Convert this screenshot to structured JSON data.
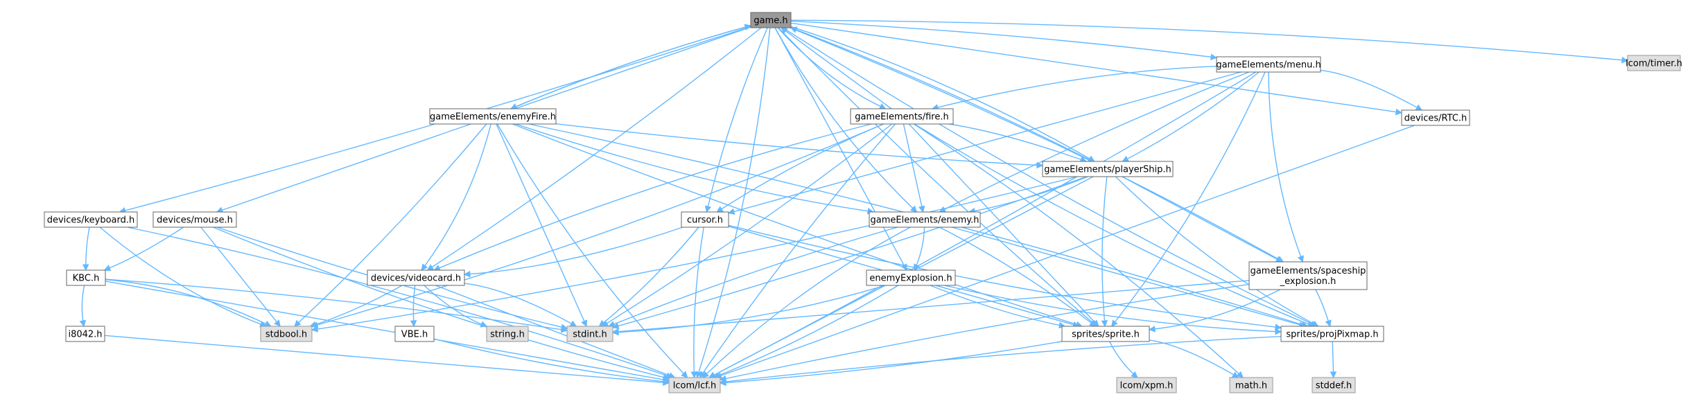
{
  "diagram": {
    "title": "",
    "nodes": [
      {
        "id": "game",
        "label": "game.h",
        "kind": "root"
      },
      {
        "id": "timer",
        "label": "lcom/timer.h",
        "kind": "sys"
      },
      {
        "id": "menu",
        "label": "gameElements/menu.h",
        "kind": "normal"
      },
      {
        "id": "rtc",
        "label": "devices/RTC.h",
        "kind": "normal"
      },
      {
        "id": "enemyFire",
        "label": "gameElements/enemyFire.h",
        "kind": "normal"
      },
      {
        "id": "fire",
        "label": "gameElements/fire.h",
        "kind": "normal"
      },
      {
        "id": "playerShip",
        "label": "gameElements/playerShip.h",
        "kind": "normal"
      },
      {
        "id": "keyboard",
        "label": "devices/keyboard.h",
        "kind": "normal"
      },
      {
        "id": "mouse",
        "label": "devices/mouse.h",
        "kind": "normal"
      },
      {
        "id": "cursor",
        "label": "cursor.h",
        "kind": "normal"
      },
      {
        "id": "enemy",
        "label": "gameElements/enemy.h",
        "kind": "normal"
      },
      {
        "id": "spaceship",
        "label": "gameElements/spaceship\n_explosion.h",
        "kind": "normal"
      },
      {
        "id": "kbc",
        "label": "KBC.h",
        "kind": "normal"
      },
      {
        "id": "videocard",
        "label": "devices/videocard.h",
        "kind": "normal"
      },
      {
        "id": "enemyExplosion",
        "label": "enemyExplosion.h",
        "kind": "normal"
      },
      {
        "id": "i8042",
        "label": "i8042.h",
        "kind": "normal"
      },
      {
        "id": "stdbool",
        "label": "stdbool.h",
        "kind": "sys"
      },
      {
        "id": "vbe",
        "label": "VBE.h",
        "kind": "normal"
      },
      {
        "id": "string",
        "label": "string.h",
        "kind": "sys"
      },
      {
        "id": "stdint",
        "label": "stdint.h",
        "kind": "sys"
      },
      {
        "id": "sprite",
        "label": "sprites/sprite.h",
        "kind": "normal"
      },
      {
        "id": "projPixmap",
        "label": "sprites/projPixmap.h",
        "kind": "normal"
      },
      {
        "id": "lcf",
        "label": "lcom/lcf.h",
        "kind": "sys"
      },
      {
        "id": "xpm",
        "label": "lcom/xpm.h",
        "kind": "sys"
      },
      {
        "id": "math",
        "label": "math.h",
        "kind": "sys"
      },
      {
        "id": "stddef",
        "label": "stddef.h",
        "kind": "sys"
      }
    ],
    "edges": [
      [
        "game",
        "timer"
      ],
      [
        "game",
        "menu"
      ],
      [
        "game",
        "rtc"
      ],
      [
        "game",
        "enemyFire"
      ],
      [
        "game",
        "fire"
      ],
      [
        "game",
        "playerShip"
      ],
      [
        "game",
        "keyboard"
      ],
      [
        "game",
        "mouse"
      ],
      [
        "game",
        "cursor"
      ],
      [
        "game",
        "enemy"
      ],
      [
        "game",
        "spaceship"
      ],
      [
        "game",
        "videocard"
      ],
      [
        "game",
        "enemyExplosion"
      ],
      [
        "game",
        "sprite"
      ],
      [
        "game",
        "projPixmap"
      ],
      [
        "game",
        "lcf"
      ],
      [
        "enemyFire",
        "game"
      ],
      [
        "fire",
        "game"
      ],
      [
        "playerShip",
        "game"
      ],
      [
        "menu",
        "fire"
      ],
      [
        "menu",
        "rtc"
      ],
      [
        "menu",
        "playerShip"
      ],
      [
        "menu",
        "cursor"
      ],
      [
        "menu",
        "enemy"
      ],
      [
        "menu",
        "spaceship"
      ],
      [
        "menu",
        "sprite"
      ],
      [
        "menu",
        "lcf"
      ],
      [
        "rtc",
        "lcf"
      ],
      [
        "enemyFire",
        "playerShip"
      ],
      [
        "enemyFire",
        "enemy"
      ],
      [
        "enemyFire",
        "videocard"
      ],
      [
        "enemyFire",
        "stdbool"
      ],
      [
        "enemyFire",
        "stdint"
      ],
      [
        "enemyFire",
        "sprite"
      ],
      [
        "enemyFire",
        "lcf"
      ],
      [
        "enemyFire",
        "projPixmap"
      ],
      [
        "fire",
        "playerShip"
      ],
      [
        "fire",
        "enemy"
      ],
      [
        "fire",
        "cursor"
      ],
      [
        "fire",
        "videocard"
      ],
      [
        "fire",
        "stdbool"
      ],
      [
        "fire",
        "stdint"
      ],
      [
        "fire",
        "sprite"
      ],
      [
        "fire",
        "lcf"
      ],
      [
        "fire",
        "projPixmap"
      ],
      [
        "fire",
        "math"
      ],
      [
        "playerShip",
        "enemy"
      ],
      [
        "playerShip",
        "spaceship"
      ],
      [
        "playerShip",
        "sprite"
      ],
      [
        "playerShip",
        "projPixmap"
      ],
      [
        "playerShip",
        "stdbool"
      ],
      [
        "playerShip",
        "stdint"
      ],
      [
        "playerShip",
        "lcf"
      ],
      [
        "keyboard",
        "kbc"
      ],
      [
        "keyboard",
        "stdbool"
      ],
      [
        "keyboard",
        "lcf"
      ],
      [
        "mouse",
        "kbc"
      ],
      [
        "mouse",
        "stdbool"
      ],
      [
        "mouse",
        "stdint"
      ],
      [
        "mouse",
        "lcf"
      ],
      [
        "cursor",
        "videocard"
      ],
      [
        "cursor",
        "stdint"
      ],
      [
        "cursor",
        "sprite"
      ],
      [
        "cursor",
        "lcf"
      ],
      [
        "cursor",
        "projPixmap"
      ],
      [
        "enemy",
        "enemyExplosion"
      ],
      [
        "enemy",
        "sprite"
      ],
      [
        "enemy",
        "projPixmap"
      ],
      [
        "enemy",
        "stdint"
      ],
      [
        "enemy",
        "lcf"
      ],
      [
        "spaceship",
        "sprite"
      ],
      [
        "spaceship",
        "projPixmap"
      ],
      [
        "spaceship",
        "stdint"
      ],
      [
        "spaceship",
        "lcf"
      ],
      [
        "kbc",
        "i8042"
      ],
      [
        "kbc",
        "stdbool"
      ],
      [
        "kbc",
        "stdint"
      ],
      [
        "kbc",
        "lcf"
      ],
      [
        "videocard",
        "vbe"
      ],
      [
        "videocard",
        "string"
      ],
      [
        "videocard",
        "stdint"
      ],
      [
        "videocard",
        "stdbool"
      ],
      [
        "videocard",
        "lcf"
      ],
      [
        "enemyExplosion",
        "sprite"
      ],
      [
        "enemyExplosion",
        "projPixmap"
      ],
      [
        "enemyExplosion",
        "stdint"
      ],
      [
        "enemyExplosion",
        "lcf"
      ],
      [
        "i8042",
        "lcf"
      ],
      [
        "vbe",
        "lcf"
      ],
      [
        "sprite",
        "xpm"
      ],
      [
        "sprite",
        "math"
      ],
      [
        "sprite",
        "lcf"
      ],
      [
        "projPixmap",
        "stddef"
      ],
      [
        "projPixmap",
        "lcf"
      ]
    ]
  }
}
